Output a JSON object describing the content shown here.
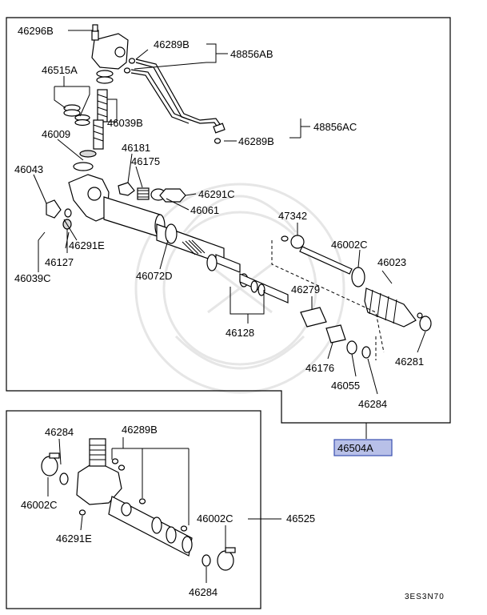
{
  "upper_labels": {
    "l46296B": "46296B",
    "l46289B_top": "46289B",
    "l48856AB": "48856AB",
    "l46515A": "46515A",
    "l46039B": "46039B",
    "l48856AC": "48856AC",
    "l46289B_mid": "46289B",
    "l46009": "46009",
    "l46181": "46181",
    "l46175": "46175",
    "l46043": "46043",
    "l46291C": "46291C",
    "l46061": "46061",
    "l47342": "47342",
    "l46291E": "46291E",
    "l46002C": "46002C",
    "l46023": "46023",
    "l46127": "46127",
    "l46039C": "46039C",
    "l46072D": "46072D",
    "l46279": "46279",
    "l46128": "46128",
    "l46281": "46281",
    "l46176": "46176",
    "l46055": "46055",
    "l46284": "46284"
  },
  "assembly_label": "46504A",
  "lower_labels": {
    "l46284_left": "46284",
    "l46289B": "46289B",
    "l46002C_left": "46002C",
    "l46291E": "46291E",
    "l46002C_right": "46002C",
    "l46525": "46525",
    "l46284_bottom": "46284"
  },
  "diagram_code": "3ES3N70",
  "colors": {
    "highlight_fill": "#b8c0e8",
    "highlight_stroke": "#3a4fb0",
    "line": "#000000"
  }
}
